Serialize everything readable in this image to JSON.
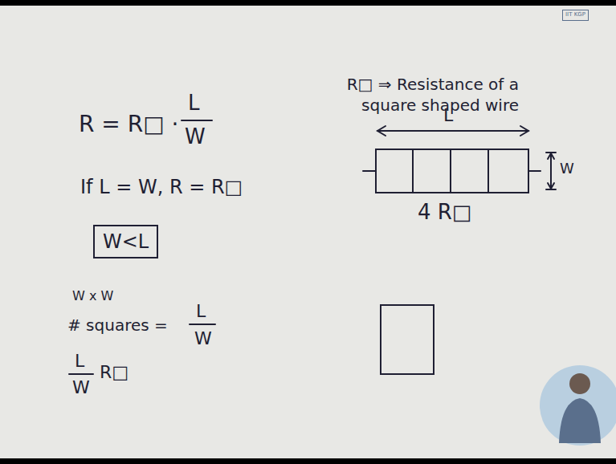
{
  "diagram": {
    "nodes": [
      {
        "text": [
          "IIT KGP"
        ]
      },
      {
        "text": [
          "W<L"
        ]
      }
    ],
    "labels": [
      "R = R□ ·",
      "L",
      "W",
      "If L = W, R = R□",
      "R□ ⇒ Resistance of a square shaped wire",
      "L",
      "W",
      "4 R□",
      "W x W",
      "# squares =",
      "L",
      "W",
      "L",
      "W",
      "R□"
    ]
  }
}
